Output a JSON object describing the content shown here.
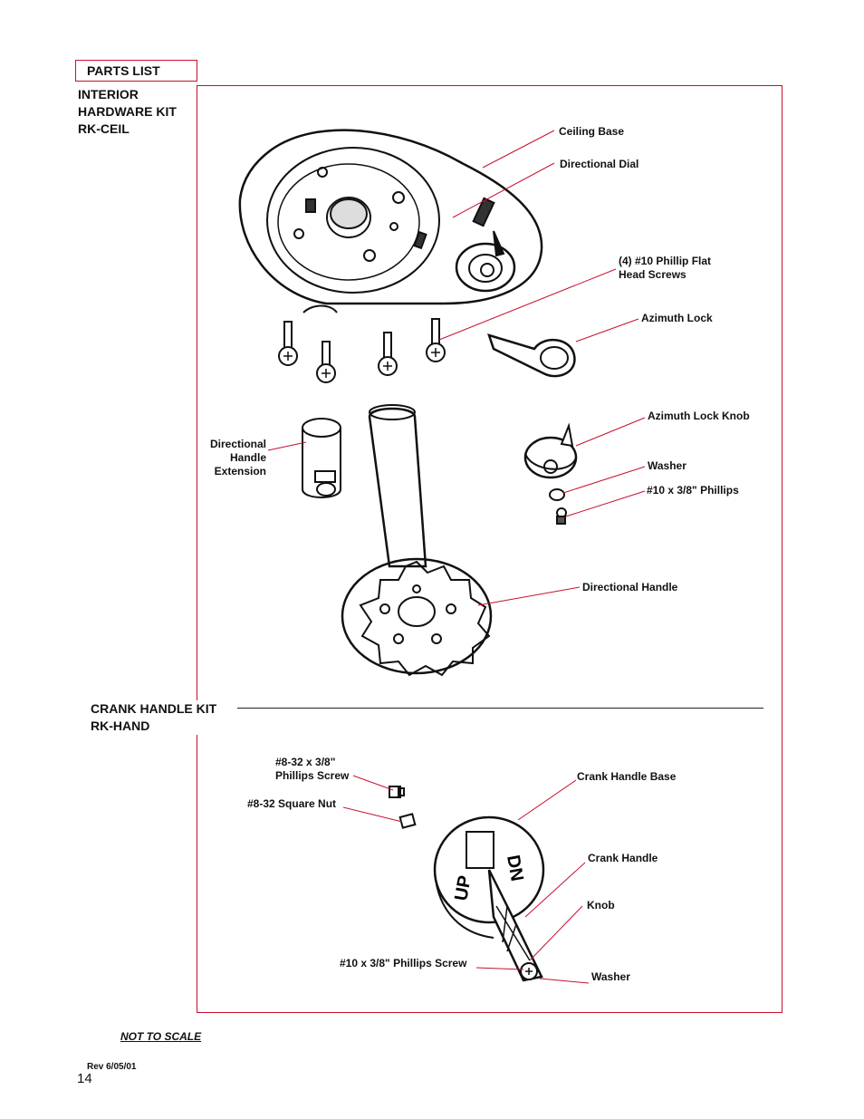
{
  "header": {
    "title": "PARTS LIST"
  },
  "interior_kit": {
    "line1": "INTERIOR",
    "line2": "HARDWARE KIT",
    "line3": "RK-CEIL"
  },
  "crank_kit": {
    "line1": "CRANK HANDLE KIT",
    "line2": "RK-HAND"
  },
  "labels": {
    "ceiling_base": "Ceiling Base",
    "directional_dial": "Directional  Dial",
    "phillip_screws_line1": "(4) #10 Phillip Flat",
    "phillip_screws_line2": "Head Screws",
    "azimuth_lock": "Azimuth Lock",
    "azimuth_lock_knob": "Azimuth Lock Knob",
    "ext_line1": "Directional",
    "ext_line2": "Handle",
    "ext_line3": "Extension",
    "washer_top": "Washer",
    "phillips_10": "#10 x 3/8\" Phillips",
    "directional_handle": "Directional Handle",
    "screw_8_32_line1": "#8-32 x 3/8\"",
    "screw_8_32_line2": "Phillips Screw",
    "square_nut": "#8-32 Square Nut",
    "crank_handle_base": "Crank Handle Base",
    "crank_handle": "Crank Handle",
    "knob": "Knob",
    "phillips_screw_10": "#10 x 3/8\" Phillips Screw",
    "washer_bottom": "Washer",
    "dial_up": "UP",
    "dial_dn": "DN"
  },
  "footer": {
    "not_to_scale": "NOT TO SCALE",
    "revision": "Rev 6/05/01",
    "page_number": "14"
  },
  "colors": {
    "frame": "#c8102e",
    "leader": "#c8102e",
    "ink": "#111111"
  }
}
